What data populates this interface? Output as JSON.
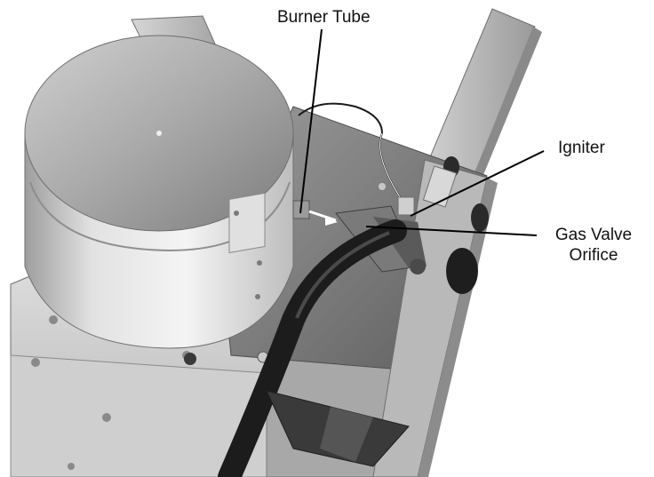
{
  "callouts": {
    "burner_tube": "Burner Tube",
    "igniter": "Igniter",
    "gas_valve_line1": "Gas Valve",
    "gas_valve_line2": "Orifice"
  },
  "colors": {
    "background": "#ffffff",
    "leader_line": "#000000",
    "metal_light": "#e6e6e6",
    "metal_mid": "#b5b5b5",
    "metal_dark": "#6e6e6e",
    "hose": "#1c1c1c"
  }
}
